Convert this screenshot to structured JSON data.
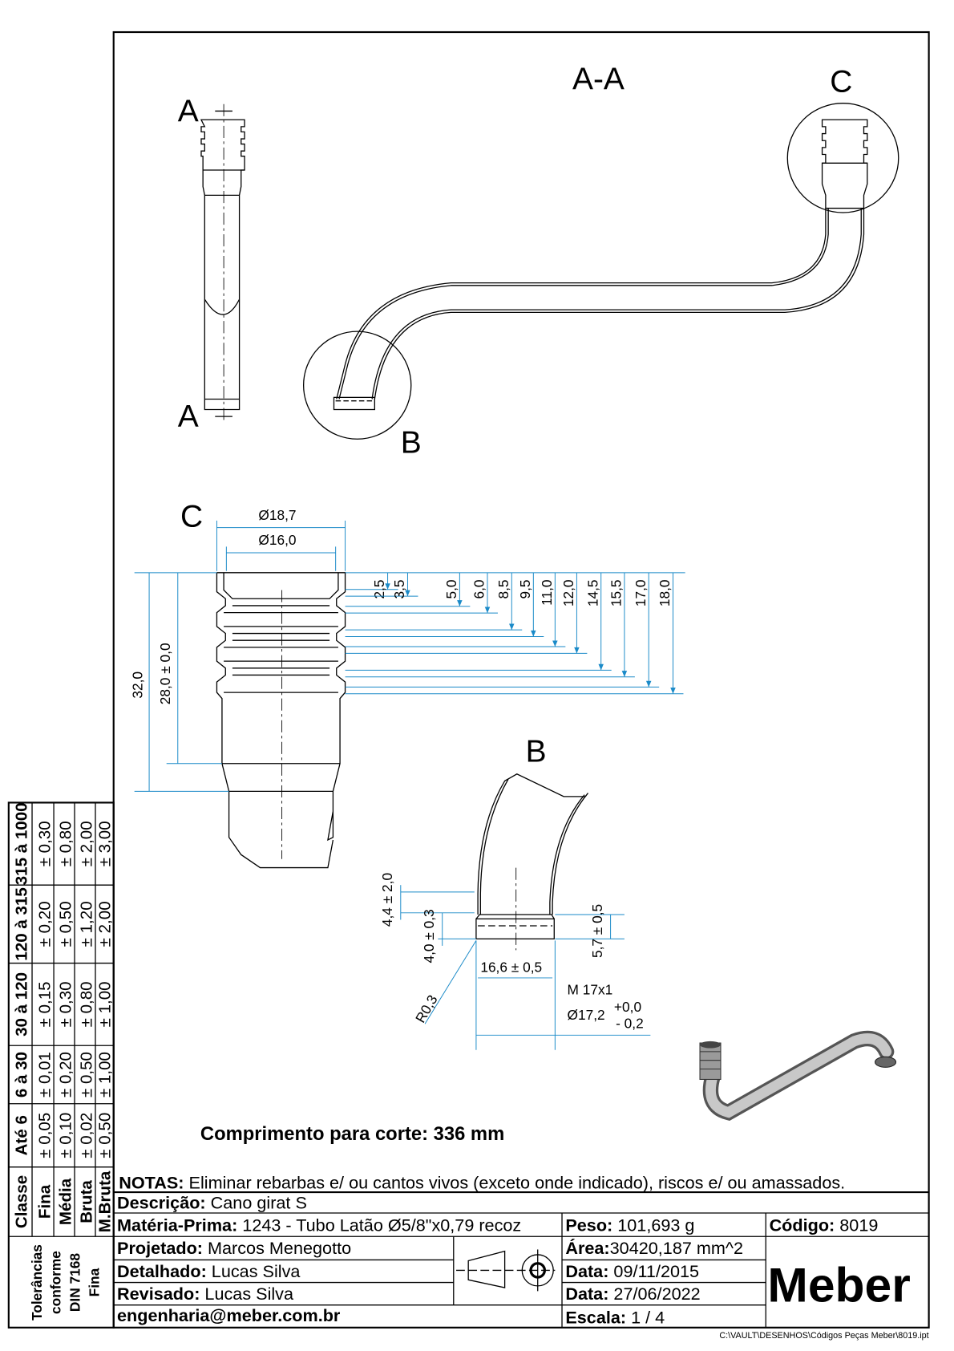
{
  "views": {
    "section_label": "A-A",
    "cut_label_top": "A",
    "cut_label_bottom": "A",
    "detail_b_label": "B",
    "detail_c_label": "C"
  },
  "detail_c": {
    "title": "C",
    "dia_outer": "Ø18,7",
    "dia_inner": "Ø16,0",
    "length_total": "32,0",
    "length_tol": "28,0 ± 0,0",
    "depths": [
      "2,5",
      "3,5",
      "5,0",
      "6,0",
      "8,5",
      "9,5",
      "11,0",
      "12,0",
      "14,5",
      "15,5",
      "17,0",
      "18,0"
    ]
  },
  "detail_b": {
    "title": "B",
    "dim_44": "4,4 ± 2,0",
    "dim_40": "4,0 ± 0,3",
    "dim_57": "5,7 ± 0,5",
    "dim_166": "16,6 ± 0,5",
    "radius": "R0,3",
    "thread": "M 17x1",
    "dia": "Ø17,2",
    "tol_upper": "+0,0",
    "tol_lower": "- 0,2"
  },
  "cut_length": "Comprimento para corte: 336 mm",
  "tolerance_table": {
    "caption": [
      "Tolerâncias",
      "conforme",
      "DIN 7168",
      "Fina"
    ],
    "headers": [
      "Classe",
      "Até 6",
      "6 à 30",
      "30 à 120",
      "120 à 315",
      "315 à 1000"
    ],
    "rows": [
      {
        "class": "Fina",
        "values": [
          "± 0,05",
          "± 0,01",
          "± 0,15",
          "± 0,20",
          "± 0,30"
        ]
      },
      {
        "class": "Média",
        "values": [
          "± 0,10",
          "± 0,20",
          "± 0,30",
          "± 0,50",
          "± 0,80"
        ]
      },
      {
        "class": "Bruta",
        "values": [
          "± 0,02",
          "± 0,50",
          "± 0,80",
          "± 1,20",
          "± 2,00"
        ]
      },
      {
        "class": "M.Bruta",
        "values": [
          "± 0,50",
          "± 1,00",
          "± 1,00",
          "± 2,00",
          "± 3,00"
        ]
      }
    ]
  },
  "title_block": {
    "notes_label": "NOTAS:",
    "notes": "Eliminar rebarbas e/ ou cantos vivos (exceto onde indicado), riscos e/ ou amassados.",
    "desc_label": "Descrição:",
    "desc": "Cano girat S",
    "material_label": "Matéria-Prima:",
    "material": "1243 - Tubo Latão Ø5/8\"x0,79 recoz",
    "weight_label": "Peso:",
    "weight": "101,693 g",
    "code_label": "Código:",
    "code": "8019",
    "designed_label": "Projetado:",
    "designed": "Marcos Menegotto",
    "area_label": "Área:",
    "area": "30420,187 mm^2",
    "detailed_label": "Detalhado:",
    "detailed": "Lucas Silva",
    "date1_label": "Data:",
    "date1": "09/11/2015",
    "reviewed_label": "Revisado:",
    "reviewed": "Lucas Silva",
    "date2_label": "Data:",
    "date2": "27/06/2022",
    "email": "engenharia@meber.com.br",
    "scale_label": "Escala:",
    "scale": "1 / 4",
    "logo": "Meber",
    "file_path": "C:\\VAULT\\DESENHOS\\Códigos Peças Meber\\8019.ipt"
  }
}
